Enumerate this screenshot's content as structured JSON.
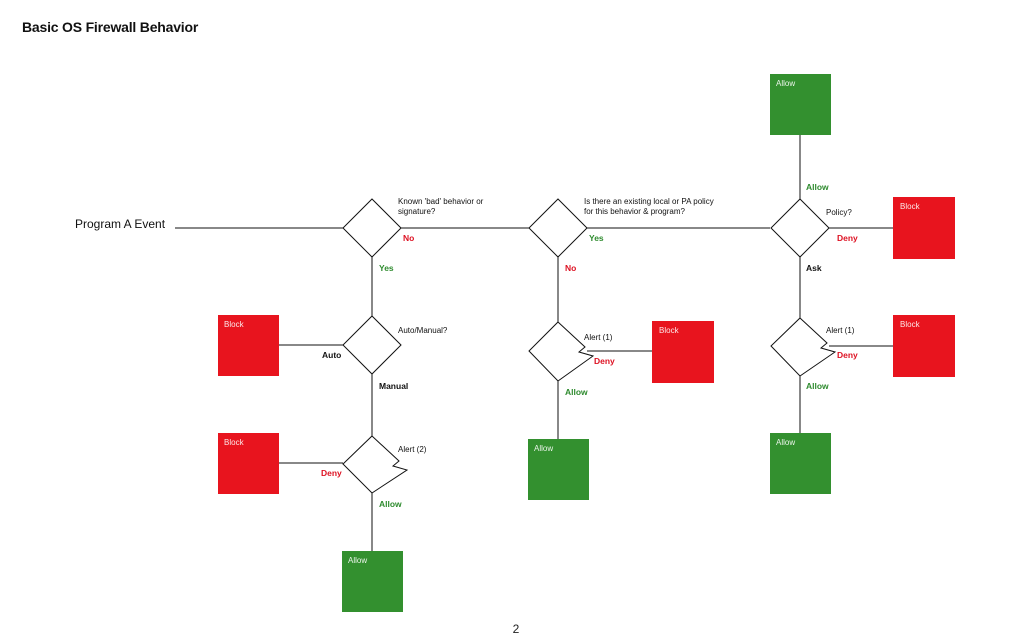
{
  "title": "Basic OS Firewall Behavior",
  "page_number": "2",
  "event_label": "Program A Event",
  "colors": {
    "allow": "#33902f",
    "block": "#e8141e",
    "yes_allow_text": "#2e8b2e",
    "no_deny_text": "#dd1122"
  },
  "decisions": {
    "known_bad": "Known 'bad' behavior or signature?",
    "known_bad_lines": [
      "Known 'bad' behavior or",
      "signature?"
    ],
    "existing_policy": "Is there an existing local or PA policy for this behavior & program?",
    "existing_policy_lines": [
      "Is there an existing local  or PA policy",
      "for this behavior & program?"
    ],
    "policy": "Policy?",
    "auto_manual": "Auto/Manual?",
    "alert_2": "Alert (2)",
    "alert_1_mid": "Alert (1)",
    "alert_1_right": "Alert (1)"
  },
  "edge_labels": {
    "no_1": "No",
    "yes_1": "Yes",
    "yes_2": "Yes",
    "no_2": "No",
    "auto": "Auto",
    "manual": "Manual",
    "deny_alert2": "Deny",
    "allow_alert2": "Allow",
    "deny_alert1_mid": "Deny",
    "allow_alert1_mid": "Allow",
    "allow_policy": "Allow",
    "deny_policy": "Deny",
    "ask": "Ask",
    "deny_alert1_right": "Deny",
    "allow_alert1_right": "Allow"
  },
  "boxes": {
    "allow_top": "Allow",
    "block_policy": "Block",
    "block_auto": "Block",
    "block_alert2": "Block",
    "allow_alert2": "Allow",
    "block_alert1_mid": "Block",
    "allow_alert1_mid": "Allow",
    "block_alert1_right": "Block",
    "allow_alert1_right": "Allow"
  }
}
